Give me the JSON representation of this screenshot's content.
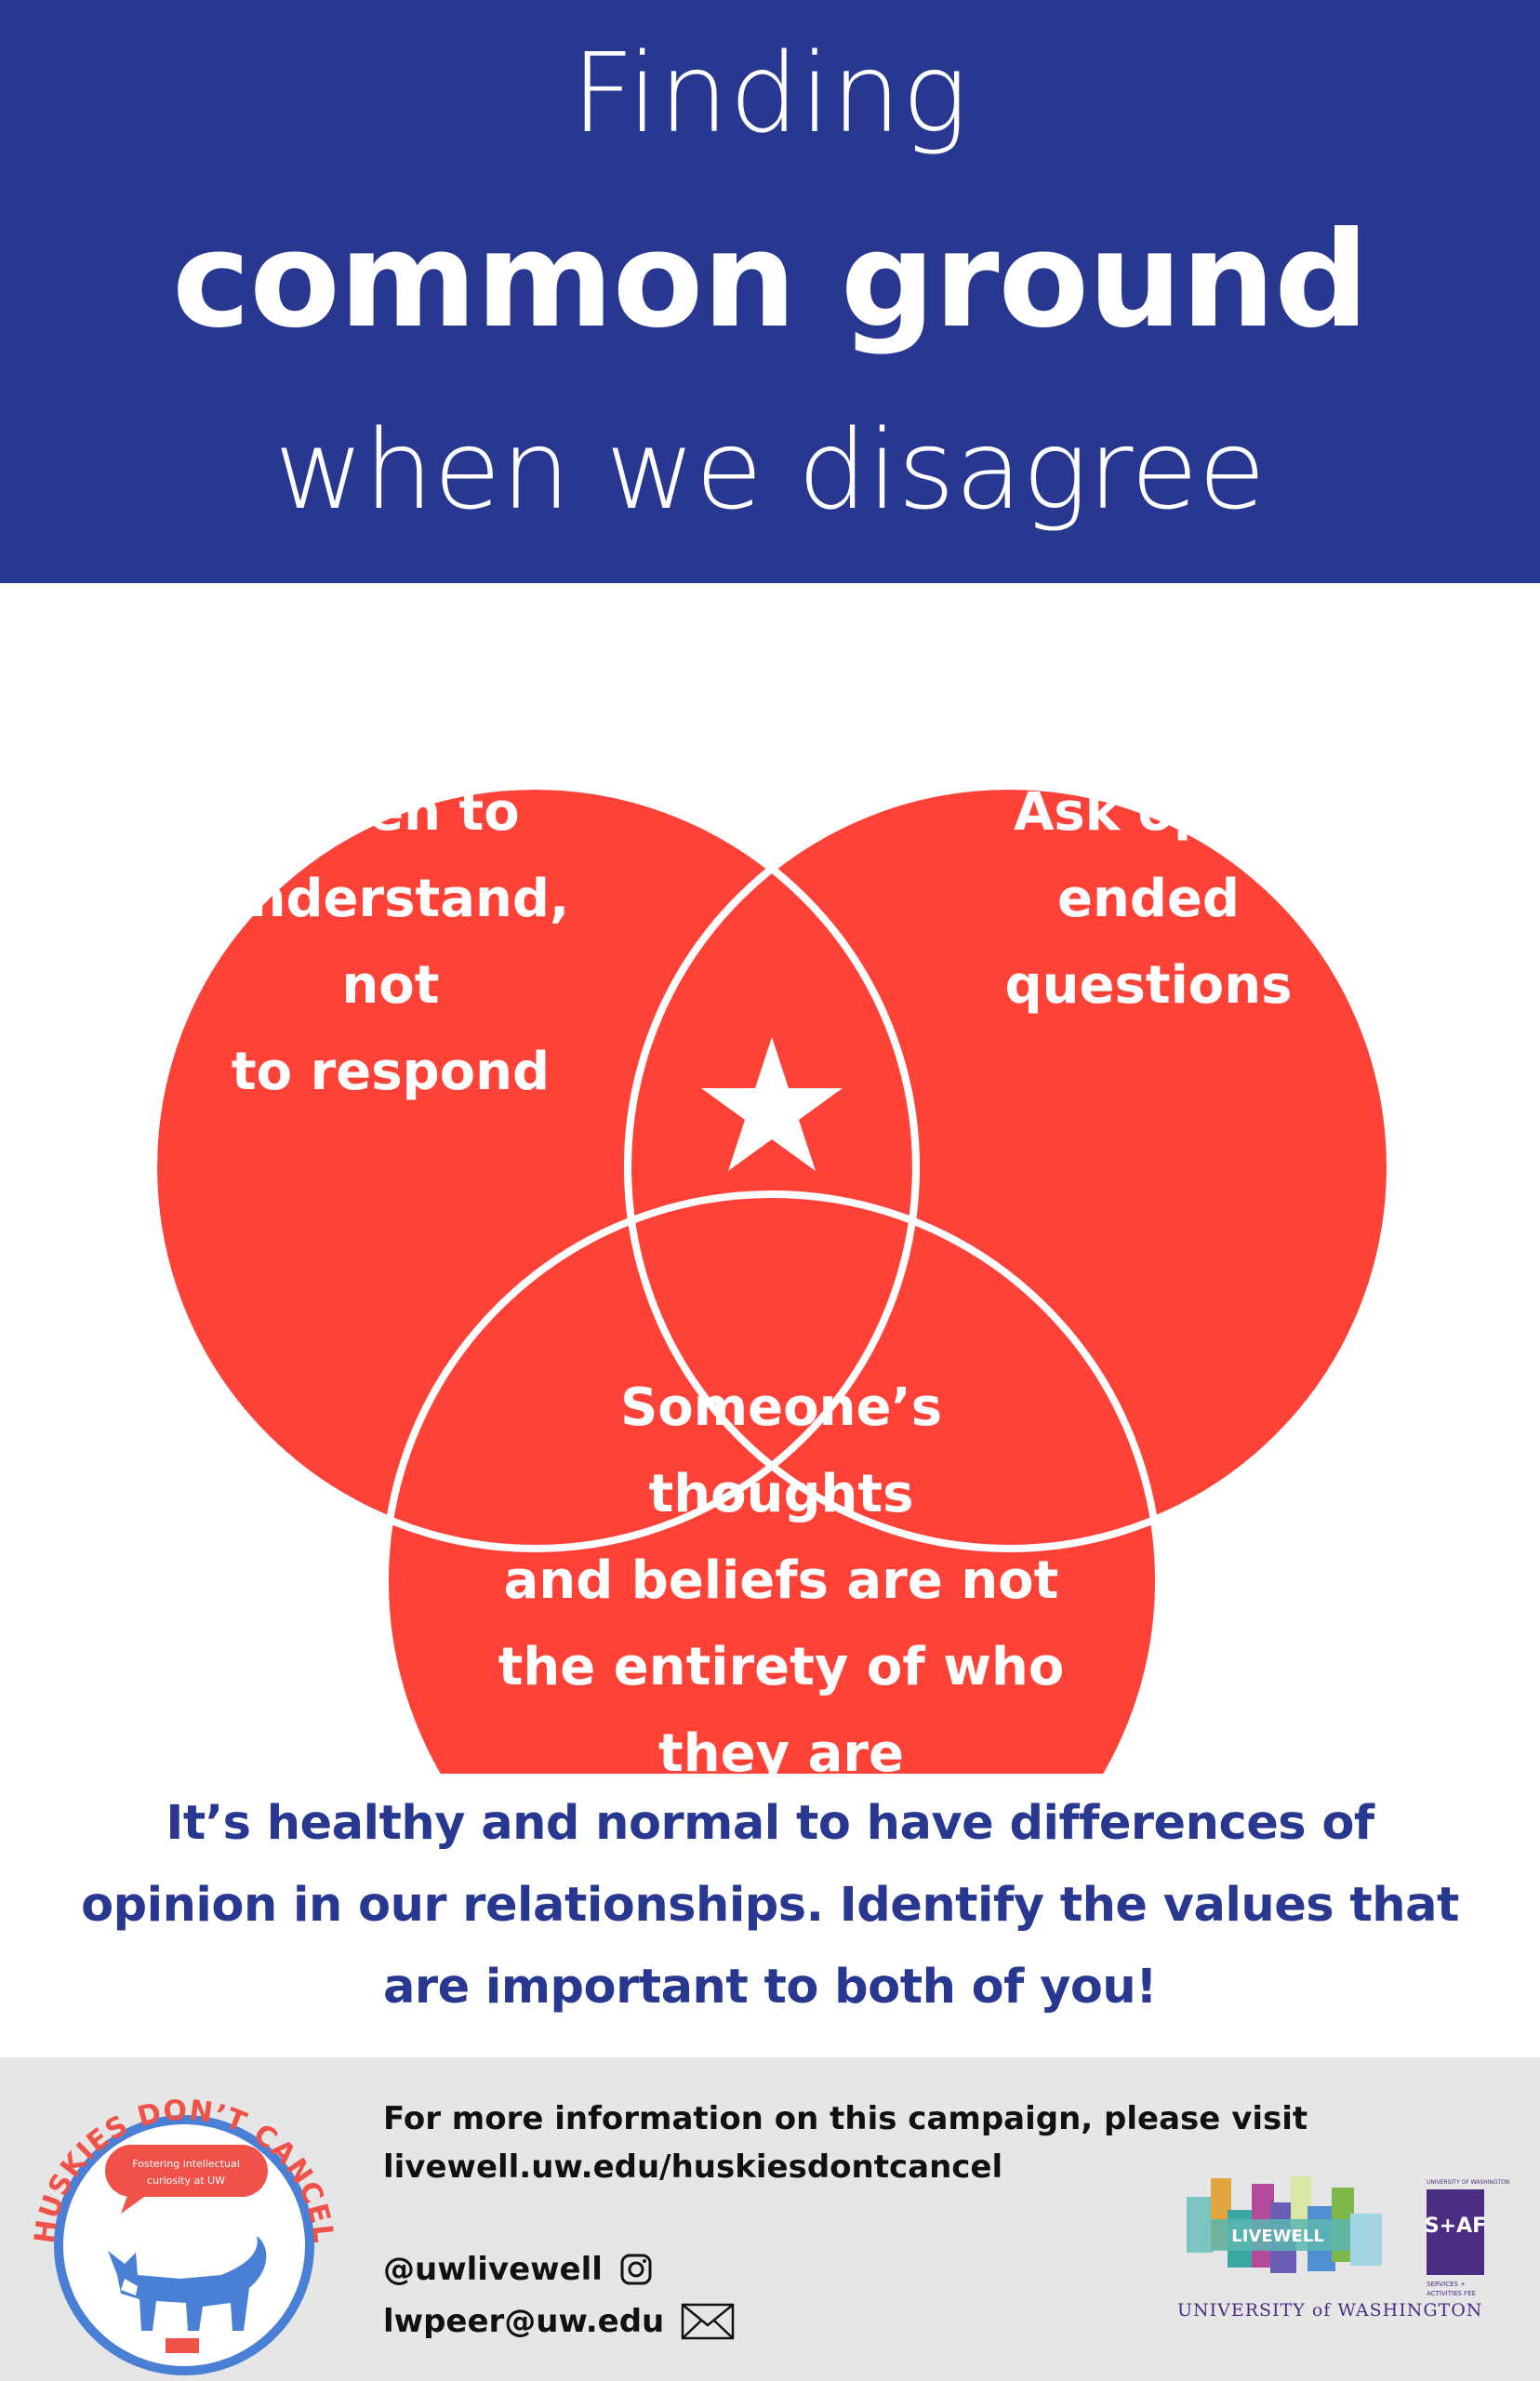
{
  "header": {
    "line1": "Finding",
    "line2": "common ground",
    "line3": "when we disagree"
  },
  "venn": {
    "left_label": "Listen to\nunderstand, not\nto respond",
    "right_label": "Ask open\nended\nquestions",
    "bottom_label": "Someone’s thoughts\nand beliefs are not\nthe entirety of who\nthey are",
    "center_icon": "star-icon",
    "circle_color": "#fe4238"
  },
  "tagline": "It’s healthy and normal to have differences of opinion in our relationships. Identify the values that are important to both of you!",
  "footer": {
    "info_line1": "For more information on this campaign, please visit",
    "info_line2": "livewell.uw.edu/huskiesdontcancel",
    "instagram": "@uwlivewell",
    "email": "lwpeer@uw.edu",
    "hdc_logo_title": "HUSKIES DON’T CANCEL",
    "hdc_logo_bubble_line1": "Fostering intellectual",
    "hdc_logo_bubble_line2": "curiosity at UW",
    "livewell_logo_text": "LIVEWELL",
    "uw_text": "UNIVERSITY of WASHINGTON",
    "saf_top": "UNIVERSITY OF WASHINGTON",
    "saf_text": "S+AF",
    "saf_sub1": "SERVICES +",
    "saf_sub2": "ACTIVITIES FEE"
  },
  "colors": {
    "navy": "#283891",
    "red": "#fe4238",
    "footer_bg": "#e6e6e6"
  }
}
